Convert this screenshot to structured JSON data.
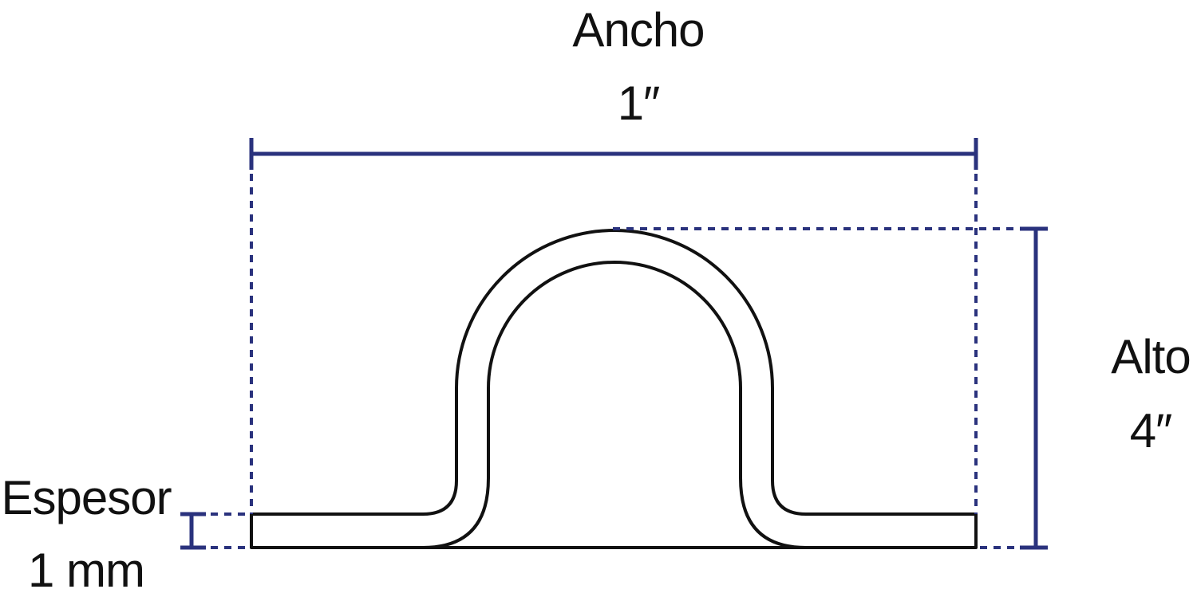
{
  "colors": {
    "dimension": "#2a327d",
    "outline": "#111111",
    "background": "#ffffff"
  },
  "labels": {
    "width_title": "Ancho",
    "width_value": "1″",
    "height_title": "Alto",
    "height_value": "4″",
    "thickness_title": "Espesor",
    "thickness_value": "1 mm"
  }
}
